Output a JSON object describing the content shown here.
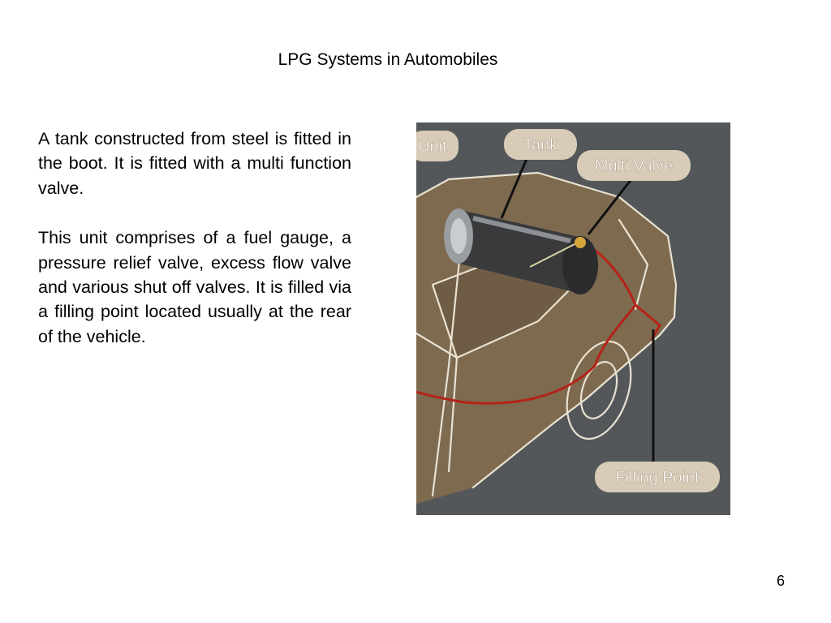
{
  "slide": {
    "title": "LPG Systems in Automobiles",
    "paragraphs": [
      "A tank constructed from steel is fitted in the boot. It is fitted with a multi function valve.",
      "This unit comprises of a fuel gauge, a pressure relief valve,  excess flow valve and various shut off valves.  It is filled via a filling point located usually at the rear of the vehicle."
    ],
    "page_number": "6"
  },
  "figure": {
    "labels": {
      "unit": "Unit",
      "tank": "Tank",
      "multi_valve": "Multi Valve",
      "filling_point": "Filling Point"
    },
    "colors": {
      "background": "#54575a",
      "car_body": "#7e6a4f",
      "outline": "#e8e2d2",
      "fuel_line": "#b52218",
      "label_bg": "#d8cbb8"
    }
  }
}
